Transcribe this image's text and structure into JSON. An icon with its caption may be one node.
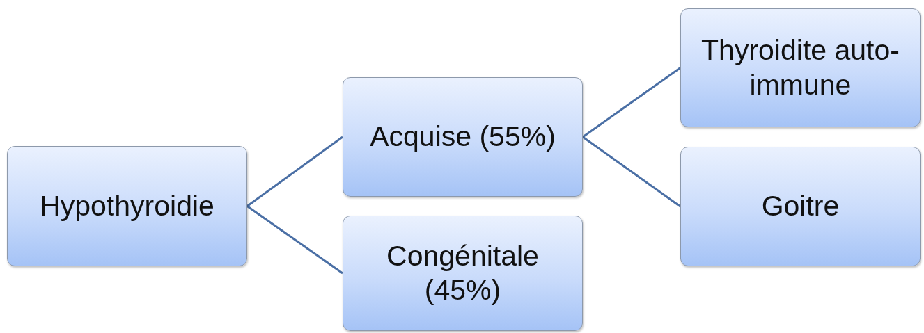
{
  "diagram": {
    "nodes": [
      {
        "text": [
          "Hypothyroidie"
        ]
      },
      {
        "text": [
          "Acquise (55%)"
        ]
      },
      {
        "text": [
          "Congénitale (45%)"
        ]
      },
      {
        "text": [
          "Thyroidite auto-immune"
        ]
      },
      {
        "text": [
          "Goitre"
        ]
      }
    ],
    "edges": [
      {
        "from": 0,
        "to": 1,
        "arrow": "none"
      },
      {
        "from": 0,
        "to": 2,
        "arrow": "none"
      },
      {
        "from": 1,
        "to": 3,
        "arrow": "none"
      },
      {
        "from": 1,
        "to": 4,
        "arrow": "none"
      }
    ]
  }
}
